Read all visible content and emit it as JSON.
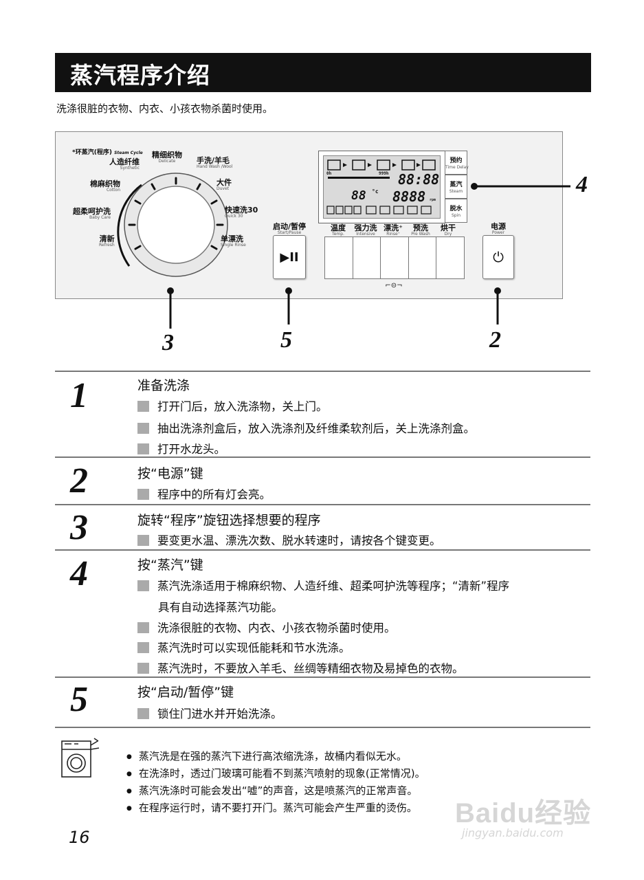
{
  "title": "蒸汽程序介绍",
  "subtitle": "洗涤很脏的衣物、内衣、小孩衣物杀菌时使用。",
  "panel": {
    "steam_cycle": "*环蒸汽(程序)",
    "steam_cycle_en": "Steam Cycle",
    "dial_labels": [
      {
        "zh": "精细织物",
        "en": "Delicate"
      },
      {
        "zh": "人造纤维",
        "en": "Synthetic"
      },
      {
        "zh": "手洗/羊毛",
        "en": "Hand Wash /Wool"
      },
      {
        "zh": "棉麻织物",
        "en": "Cotton"
      },
      {
        "zh": "大件",
        "en": "Duvet"
      },
      {
        "zh": "超柔呵护洗",
        "en": "Baby Care"
      },
      {
        "zh": "快速洗30",
        "en": "Quick 30"
      },
      {
        "zh": "清新",
        "en": "Refresh"
      },
      {
        "zh": "单漂洗",
        "en": "Single Rinse"
      }
    ],
    "start": {
      "zh": "启动/暂停",
      "en": "Start/Pause",
      "symbol": "▶II"
    },
    "options": [
      {
        "zh": "温度",
        "en": "Temp."
      },
      {
        "zh": "强力洗",
        "en": "Intensive"
      },
      {
        "zh": "漂洗⁺",
        "en": "Rinse⁺"
      },
      {
        "zh": "预洗",
        "en": "Pre Wash"
      },
      {
        "zh": "烘干",
        "en": "Dry"
      }
    ],
    "power": {
      "zh": "电源",
      "en": "Power",
      "symbol": "⏻"
    },
    "side_buttons": [
      {
        "zh": "预约",
        "en": "Time Delay"
      },
      {
        "zh": "蒸汽",
        "en": "Steam"
      },
      {
        "zh": "脱水",
        "en": "Spin"
      }
    ],
    "lcd": {
      "time": "88:88",
      "temp": "88",
      "temp_unit": "°c",
      "rpm": "8888",
      "rpm_unit": "rpm",
      "bar_left": "0h",
      "bar_right": "999h"
    },
    "lock_symbol": "⌐⊝¬"
  },
  "callouts": {
    "c4": "4",
    "c3": "3",
    "c5": "5",
    "c2": "2"
  },
  "steps": [
    {
      "num": "1",
      "title": "准备洗涤",
      "bullets": [
        "打开门后，放入洗涤物，关上门。",
        "抽出洗涤剂盒后，放入洗涤剂及纤维柔软剂后，关上洗涤剂盒。",
        "打开水龙头。"
      ]
    },
    {
      "num": "2",
      "title": "按“电源”键",
      "bullets": [
        "程序中的所有灯会亮。"
      ]
    },
    {
      "num": "3",
      "title": "旋转“程序”旋钮选择想要的程序",
      "bullets": [
        "要变更水温、漂洗次数、脱水转速时，请按各个键变更。"
      ]
    },
    {
      "num": "4",
      "title": "按“蒸汽”键",
      "bullets": [
        "蒸汽洗涤适用于棉麻织物、人造纤维、超柔呵护洗等程序；“清新”程序",
        "洗涤很脏的衣物、内衣、小孩衣物杀菌时使用。",
        "蒸汽洗时可以实现低能耗和节水洗涤。",
        "蒸汽洗时，不要放入羊毛、丝绸等精细衣物及易掉色的衣物。"
      ],
      "continuation": "具有自动选择蒸汽功能。"
    },
    {
      "num": "5",
      "title": "按“启动/暂停”键",
      "bullets": [
        "锁住门进水并开始洗涤。"
      ]
    }
  ],
  "notes": [
    "蒸汽洗是在强的蒸汽下进行高浓缩洗涤，故桶内看似无水。",
    "在洗涤时，透过门玻璃可能看不到蒸汽喷射的现象(正常情况)。",
    "蒸汽洗涤时可能会发出“嘘”的声音，这是喷蒸汽的正常声音。",
    "在程序运行时，请不要打开门。蒸汽可能会产生严重的烫伤。"
  ],
  "page_number": "16",
  "watermark": {
    "logo": "Baidu经验",
    "url": "jingyan.baidu.com"
  }
}
